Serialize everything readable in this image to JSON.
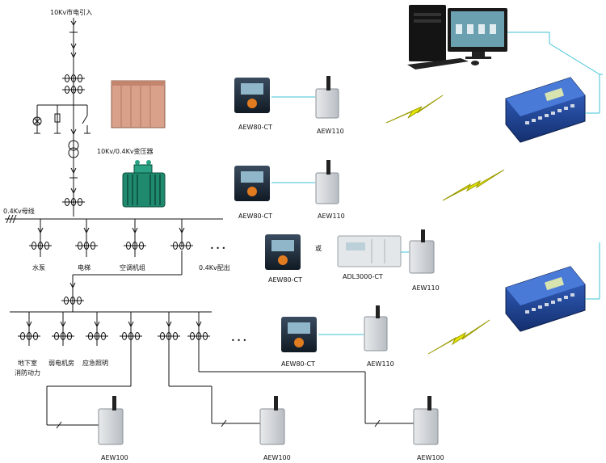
{
  "labels": {
    "incoming": "10Kv市电引入",
    "transformer": "10Kv/0.4Kv变压器",
    "bus": "0.4Kv母线",
    "water_pump": "水泵",
    "elevator": "电梯",
    "ac_unit": "空调机组",
    "distribution": "0.4Kv配出",
    "basement": "地下室",
    "fire_power": "消防动力",
    "weak_room": "弱电机房",
    "emergency_light": "应急照明",
    "or_text": "或"
  },
  "devices": {
    "meter1": "AEW80-CT",
    "meter2": "AEW80-CT",
    "meter3": "AEW80-CT",
    "meter4": "AEW80-CT",
    "wireless1": "AEW110",
    "wireless2": "AEW110",
    "wireless3": "AEW110",
    "wireless4": "AEW110",
    "adl": "ADL3000-CT",
    "aew100_1": "AEW100",
    "aew100_2": "AEW100",
    "aew100_3": "AEW100"
  },
  "ellipsis": "• • •",
  "colors": {
    "accent": "#3cc3d6",
    "lightning": "#e8e800",
    "gateway": "#1e3f8c",
    "meter": "#1d2a3a",
    "transformer": "#1f8a6e",
    "substation": "#d9a08a"
  }
}
